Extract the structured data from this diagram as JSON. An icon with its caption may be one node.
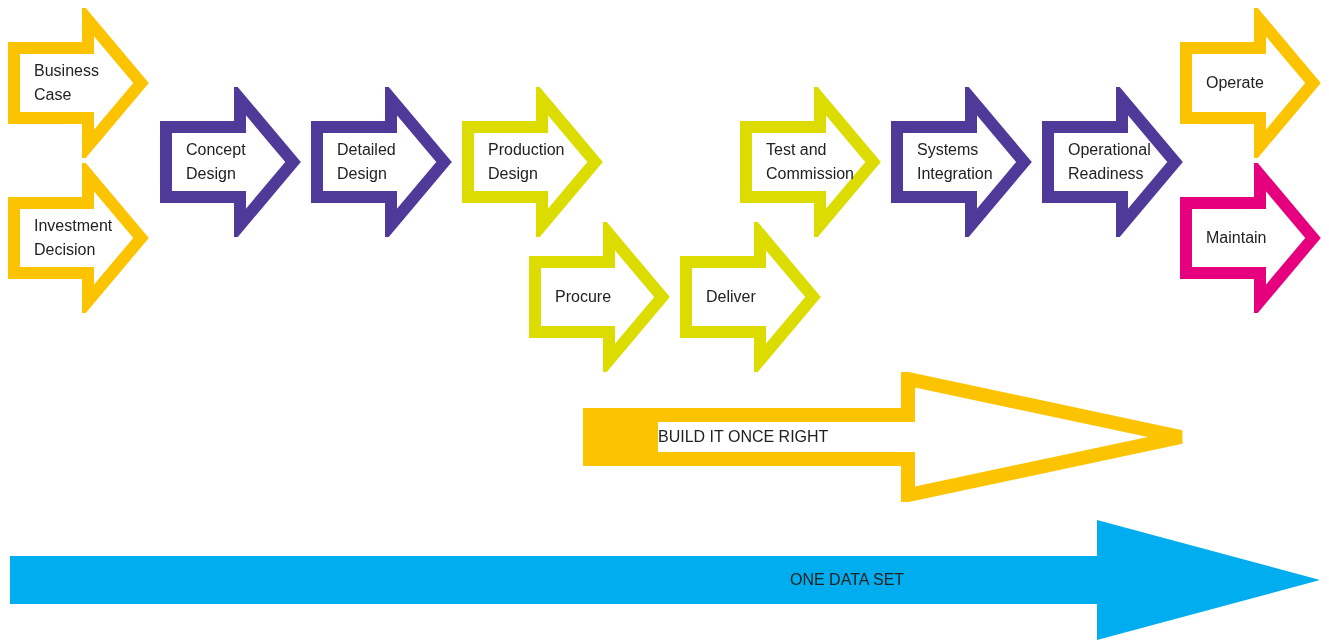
{
  "diagram": {
    "nodes": [
      {
        "text": [
          "Business Case"
        ]
      },
      {
        "text": [
          "Investment Decision"
        ]
      },
      {
        "text": [
          "Concept Design"
        ]
      },
      {
        "text": [
          "Detailed Design"
        ]
      },
      {
        "text": [
          "Production Design"
        ]
      },
      {
        "text": [
          "Procure"
        ]
      },
      {
        "text": [
          "Deliver"
        ]
      },
      {
        "text": [
          "Test and Commission"
        ]
      },
      {
        "text": [
          "Systems Integration"
        ]
      },
      {
        "text": [
          "Operational Readiness"
        ]
      },
      {
        "text": [
          "Operate"
        ]
      },
      {
        "text": [
          "Maintain"
        ]
      },
      {
        "text": [
          "BUILD IT ONCE RIGHT"
        ]
      },
      {
        "text": [
          "ONE DATA SET"
        ]
      }
    ]
  }
}
